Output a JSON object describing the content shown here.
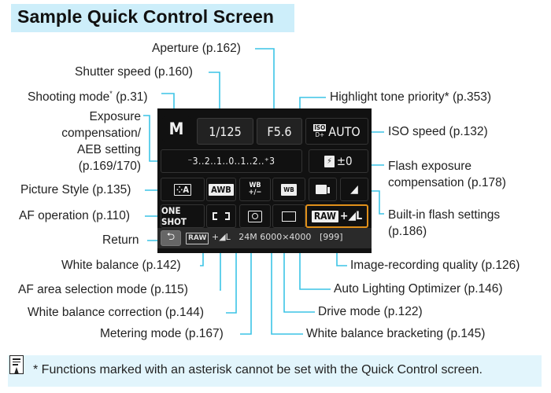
{
  "title": "Sample Quick Control Screen",
  "screen": {
    "shooting_mode": "M",
    "shutter_speed": "1/125",
    "aperture": "F5.6",
    "iso_prefix_top": "ISO",
    "iso_prefix_bottom": "D+",
    "iso": "AUTO",
    "exposure_scale": "⁻3..2..1..0..1..2..⁺3",
    "flash_comp": "±0",
    "picture_style": "A",
    "white_balance": "AWB",
    "wb_correction_top": "WB",
    "wb_correction_bottom": "+/−",
    "wb_bracketing": "WB",
    "af_operation": "ONE SHOT",
    "image_quality_raw": "RAW",
    "image_quality_jpeg": "+◢L",
    "status_raw": "RAW",
    "status_jpeg": "+◢L",
    "status_size": "24M 6000×4000",
    "status_shots": "[999]",
    "return_icon": "⮌",
    "selected_color": "#e0901a"
  },
  "labels": {
    "aperture": "Aperture (p.162)",
    "shutter_speed": "Shutter speed (p.160)",
    "shooting_mode": "Shooting mode",
    "shooting_mode_asterisk": "*",
    "shooting_mode_page": " (p.31)",
    "exposure_line1": "Exposure",
    "exposure_line2": "compensation/",
    "exposure_line3": "AEB setting",
    "exposure_line4": "(p.169/170)",
    "picture_style": "Picture Style (p.135)",
    "af_operation": "AF operation (p.110)",
    "return": "Return",
    "highlight_tone": "Highlight tone priority* (p.353)",
    "iso_speed": "ISO speed (p.132)",
    "flash_comp_line1": "Flash exposure",
    "flash_comp_line2": "compensation (p.178)",
    "builtin_flash_line1": "Built-in flash settings",
    "builtin_flash_line2": "(p.186)",
    "white_balance": "White balance (p.142)",
    "af_area": "AF area selection mode (p.115)",
    "wb_correction": "White balance correction (p.144)",
    "metering": "Metering mode (p.167)",
    "image_quality": "Image-recording quality (p.126)",
    "alo": "Auto Lighting Optimizer (p.146)",
    "drive_mode": "Drive mode (p.122)",
    "wb_bracketing": "White balance bracketing (p.145)"
  },
  "note": {
    "icon": "memo-icon",
    "text": "* Functions marked with an asterisk cannot be set with the Quick Control screen."
  },
  "colors": {
    "title_bg": "#cdeefa",
    "note_bg": "#e2f5fc",
    "callout_line": "#3cc4e6"
  }
}
